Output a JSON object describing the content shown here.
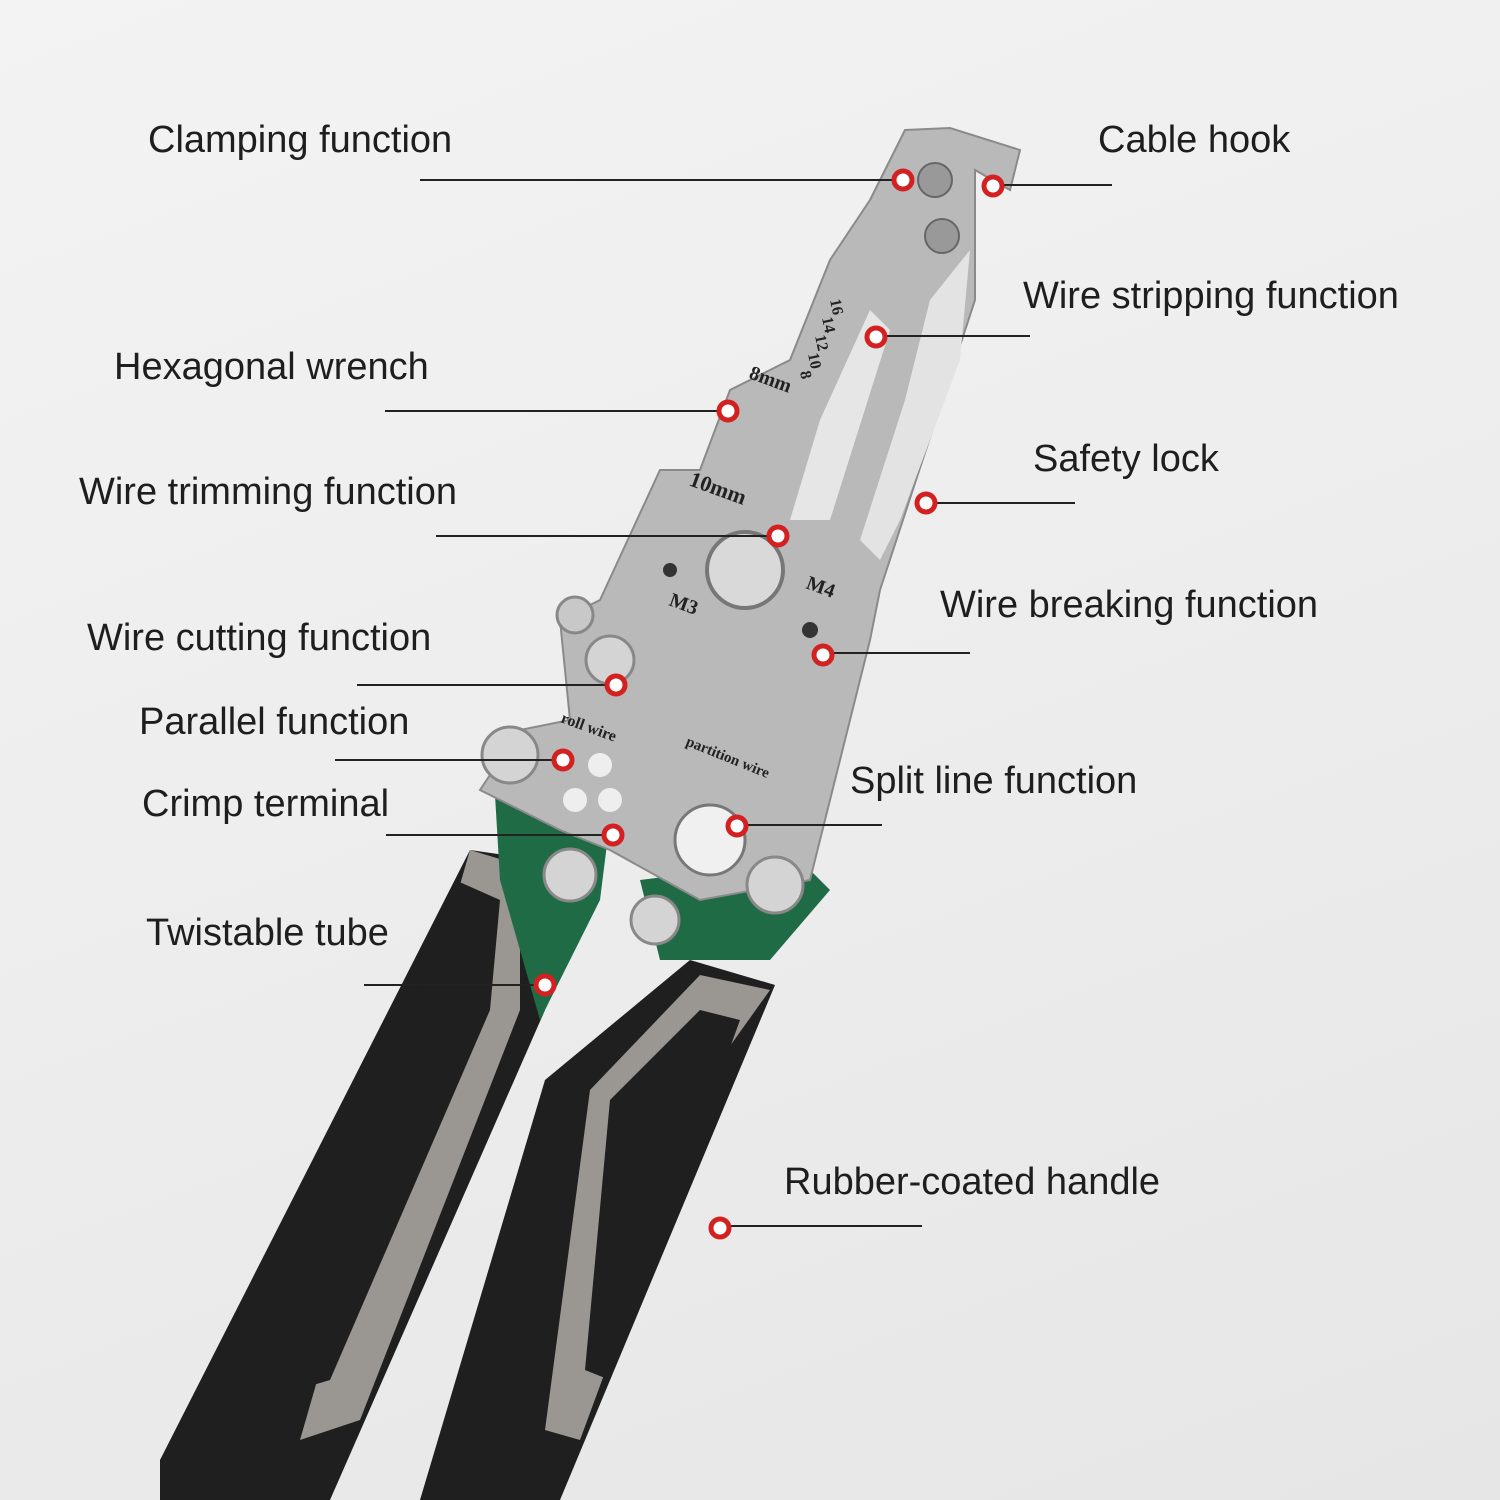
{
  "colors": {
    "marker": "#d32020",
    "leader_line": "#222222",
    "steel": "#b9b9b9",
    "grip_black": "#1f1f1f",
    "grip_gray": "#9a9793",
    "accent_green": "#1f6b45"
  },
  "callouts": [
    {
      "id": "clamping",
      "label": "Clamping function"
    },
    {
      "id": "cable-hook",
      "label": "Cable hook"
    },
    {
      "id": "wire-stripping",
      "label": "Wire stripping function"
    },
    {
      "id": "hex-wrench",
      "label": "Hexagonal wrench"
    },
    {
      "id": "safety-lock",
      "label": "Safety lock"
    },
    {
      "id": "wire-trimming",
      "label": "Wire trimming function"
    },
    {
      "id": "wire-breaking",
      "label": "Wire breaking function"
    },
    {
      "id": "wire-cutting",
      "label": "Wire cutting function"
    },
    {
      "id": "parallel",
      "label": "Parallel function"
    },
    {
      "id": "split-line",
      "label": "Split line function"
    },
    {
      "id": "crimp-terminal",
      "label": "Crimp terminal"
    },
    {
      "id": "twistable-tube",
      "label": "Twistable tube"
    },
    {
      "id": "rubber-handle",
      "label": "Rubber-coated handle"
    }
  ],
  "engravings": {
    "gauge": [
      "16",
      "14",
      "12",
      "10",
      "8"
    ],
    "hex_small": "8mm",
    "hex_large": "10mm",
    "thread_m4": "M4",
    "thread_m3": "M3",
    "roll_wire": "roll wire",
    "partition_wire": "partition wire"
  }
}
